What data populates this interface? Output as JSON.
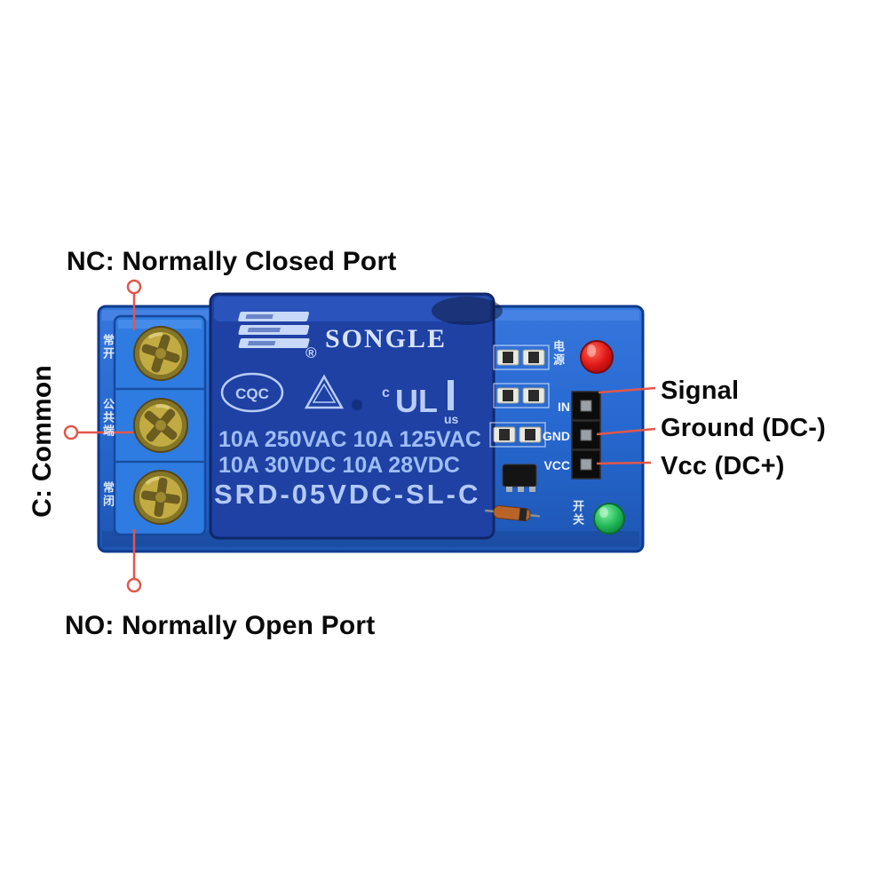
{
  "annotations": {
    "nc": "NC: Normally Closed Port",
    "common": "C: Common",
    "no": "NO: Normally Open Port",
    "signal": "Signal",
    "ground": "Ground (DC-)",
    "vcc": "Vcc (DC+)"
  },
  "relay": {
    "brand": "SONGLE",
    "registered_mark": "®",
    "cert_cqc": "CQC",
    "cert_c": "c",
    "cert_ul": "UL",
    "cert_us": "us",
    "ratings_line1": "10A 250VAC   10A 125VAC",
    "ratings_line2": "10A  30VDC   10A  28VDC",
    "model": "SRD-05VDC-SL-C"
  },
  "silkscreen": {
    "terminal_top_cn": "常开",
    "terminal_mid_cn": "公共端",
    "terminal_bot_cn": "常闭",
    "power_cn": "电源",
    "switch_cn": "开关",
    "pin_in": "IN",
    "pin_gnd": "GND",
    "pin_vcc": "VCC"
  },
  "colors": {
    "callout": "#e2574a",
    "pcb_blue": "#2668cf",
    "relay_blue": "#1e41a3",
    "terminal_blue": "#2e7ce2",
    "led_red": "#d41414",
    "led_green": "#1fae53"
  }
}
